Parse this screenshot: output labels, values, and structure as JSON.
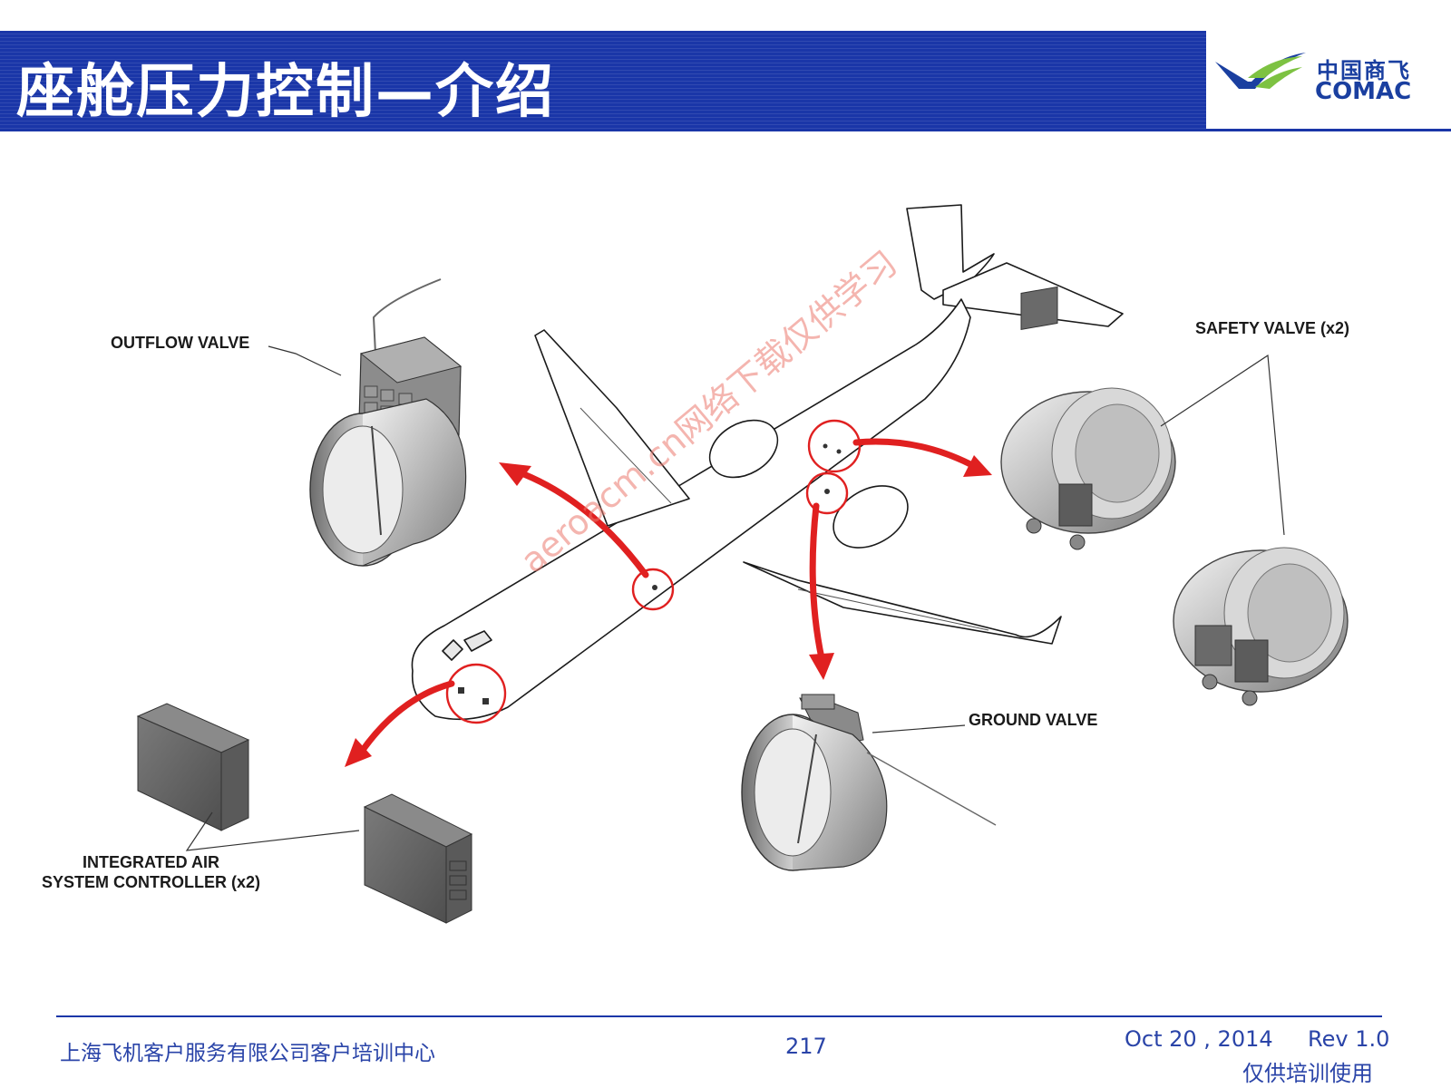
{
  "header": {
    "title": "座舱压力控制—介绍",
    "band_color": "#1a36a8"
  },
  "logo": {
    "icon": "comac-wing-logo-icon",
    "cn": "中国商飞",
    "en": "COMAC",
    "colors": {
      "blue": "#1a3fa0",
      "green": "#7dc242"
    }
  },
  "diagram": {
    "labels": {
      "outflow_valve": "OUTFLOW VALVE",
      "safety_valve": "SAFETY VALVE (x2)",
      "ground_valve": "GROUND VALVE",
      "iasc": "INTEGRATED AIR\nSYSTEM CONTROLLER (x2)"
    },
    "accent": "#e02020"
  },
  "watermark": "aeroacm.cn网络下载仅供学习",
  "footer": {
    "org": "上海飞机客户服务有限公司客户培训中心",
    "page": "217",
    "date": "Oct 20 , 2014",
    "rev": "Rev 1.0",
    "note": "仅供培训使用"
  }
}
